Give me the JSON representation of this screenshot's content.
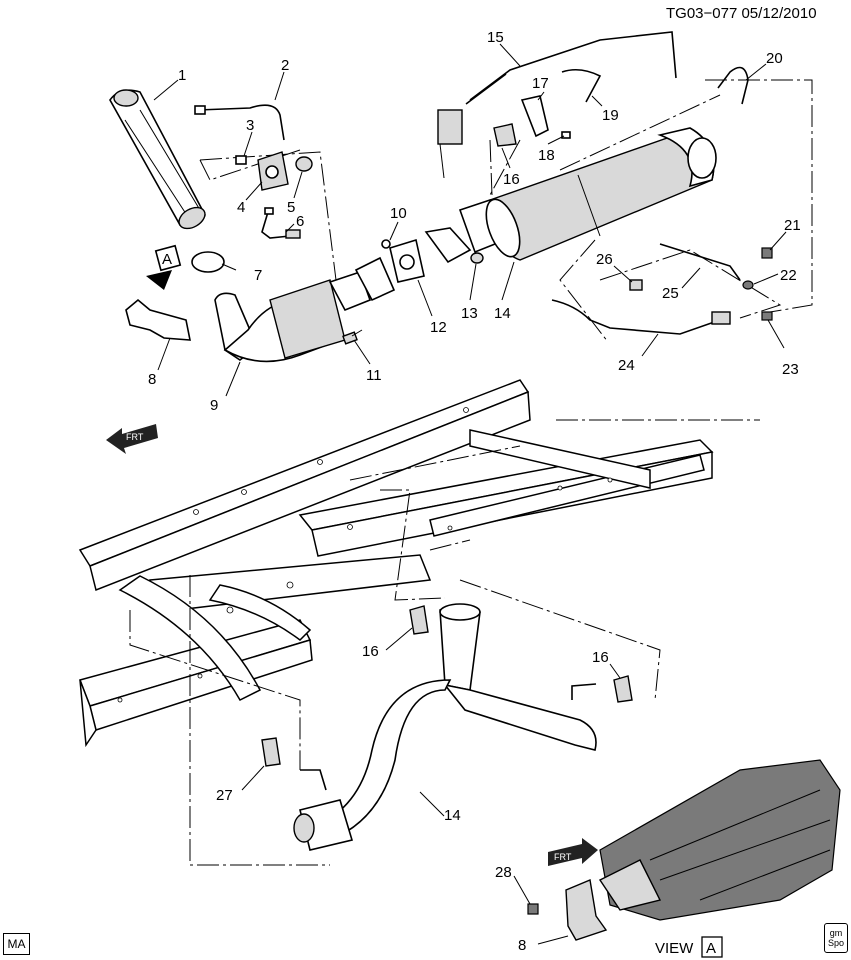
{
  "header": {
    "code": "TG03−077  05/12/2010"
  },
  "callouts": [
    "1",
    "2",
    "3",
    "4",
    "5",
    "6",
    "7",
    "8",
    "9",
    "10",
    "11",
    "12",
    "13",
    "14",
    "15",
    "16",
    "17",
    "18",
    "19",
    "20",
    "21",
    "22",
    "23",
    "24",
    "25",
    "26",
    "16",
    "16",
    "27",
    "14",
    "28",
    "8"
  ],
  "view_label": "VIEW",
  "view_letter": "A",
  "arrow_letter": "A",
  "front_label": "FRT",
  "corner_label": "MA",
  "logo_text": [
    "gm",
    "Spo"
  ]
}
